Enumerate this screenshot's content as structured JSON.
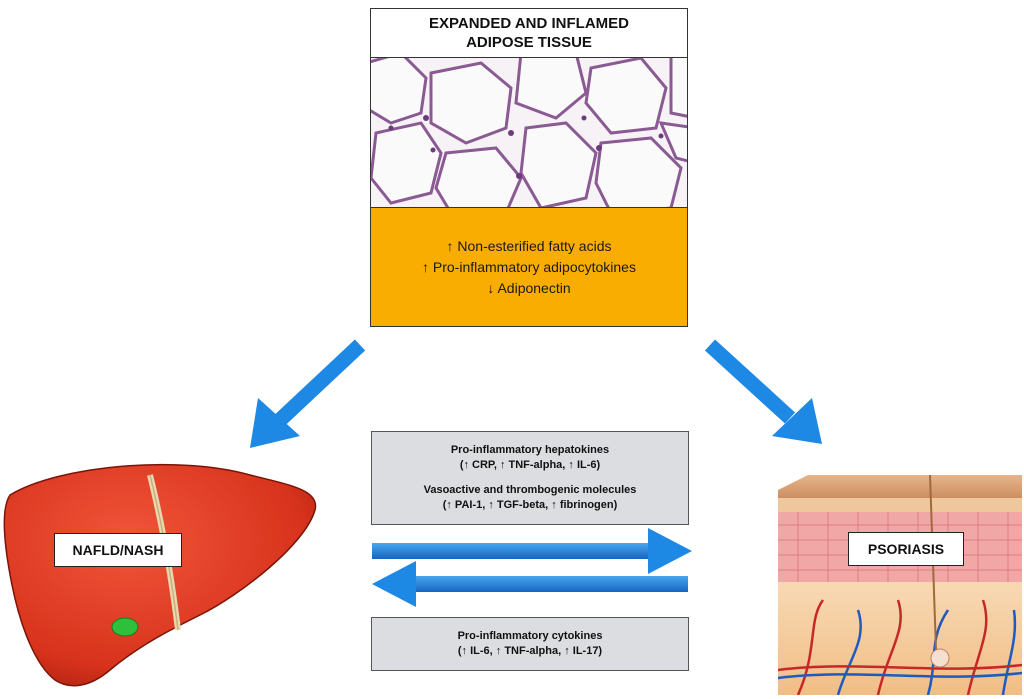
{
  "adipose": {
    "title_line1": "EXPANDED AND INFLAMED",
    "title_line2": "ADIPOSE TISSUE",
    "effects": [
      "↑ Non-esterified fatty acids",
      "↑ Pro-inflammatory adipocytokines",
      "↓ Adiponectin"
    ]
  },
  "liver": {
    "label": "NAFLD/NASH"
  },
  "skin": {
    "label": "PSORIASIS"
  },
  "upper_box": {
    "heading1": "Pro-inflammatory hepatokines",
    "detail1": "(↑ CRP, ↑ TNF-alpha, ↑ IL-6)",
    "heading2": "Vasoactive and thrombogenic molecules",
    "detail2": "(↑ PAI-1, ↑ TGF-beta, ↑ fibrinogen)"
  },
  "lower_box": {
    "heading": "Pro-inflammatory cytokines",
    "detail": "(↑ IL-6, ↑ TNF-alpha, ↑ IL-17)"
  },
  "colors": {
    "arrow_blue": "#1e88e5",
    "orange_box": "#f9ad00",
    "grey_box": "#dcdde0",
    "liver_red": "#d8331c",
    "skin_peach": "#f3c28e"
  }
}
